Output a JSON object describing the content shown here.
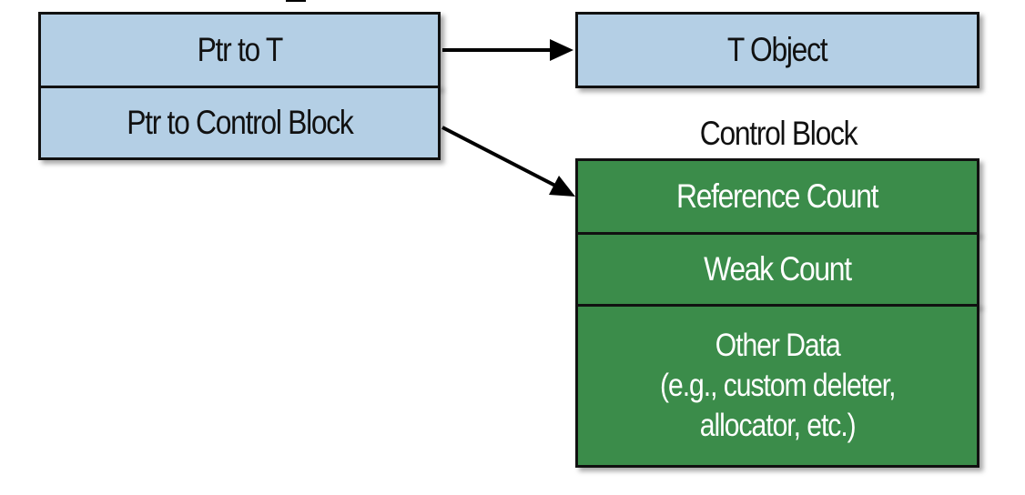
{
  "shared_ptr": {
    "ptr_to_t": "Ptr to T",
    "ptr_to_control_block": "Ptr to Control Block"
  },
  "t_object": {
    "label": "T Object"
  },
  "control_block": {
    "title": "Control Block",
    "reference_count": "Reference Count",
    "weak_count": "Weak Count",
    "other_data": "Other Data\n(e.g., custom deleter,\nallocator, etc.)"
  },
  "colors": {
    "pointer_fill": "#b4cfe5",
    "control_block_fill": "#3b8c4a",
    "border": "#111111"
  }
}
